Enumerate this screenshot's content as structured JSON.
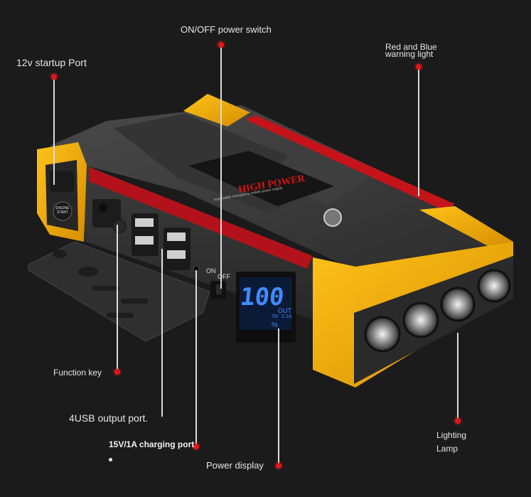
{
  "callouts": {
    "power_switch": "ON/OFF power switch",
    "startup_port": "12v startup Port",
    "warning_light_1": "Red and Blue",
    "warning_light_2": "warning light",
    "function_key": "Function key",
    "usb_port": "4USB output port.",
    "charging_port": "15V/1A charging port",
    "power_display": "Power display",
    "lighting_1": "Lighting",
    "lighting_2": "Lamp"
  },
  "device": {
    "brand_text": "HIGH POWER",
    "brand_sub": "Automobile emergency mobile power supply",
    "display_value": "100",
    "display_percent": "%",
    "display_out": "OUT",
    "display_spec_1": "5V",
    "display_spec_2": "2.1A",
    "switch_on": "ON",
    "switch_off": "OFF",
    "start_button": "ENGINE START"
  },
  "colors": {
    "body": "#3a3a3a",
    "accent": "#f2b00f",
    "warning_red": "#c4141a",
    "display_blue": "#3f8cff",
    "callout_dot": "#e0151b"
  }
}
